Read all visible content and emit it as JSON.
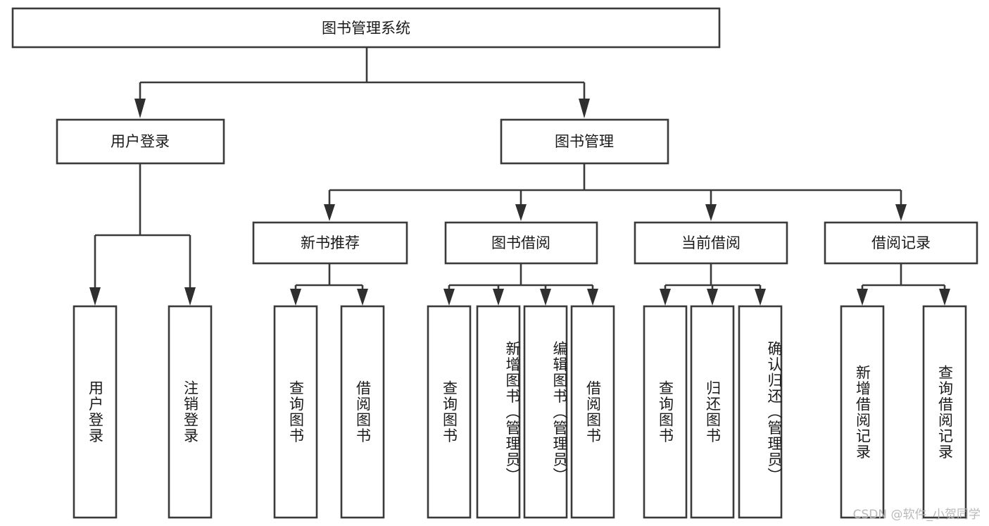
{
  "diagram": {
    "title": "图书管理系统",
    "type": "tree-hierarchy-chart",
    "watermark": "CSDN @软件_小贺同学",
    "colors": {
      "background": "#ffffff",
      "box_stroke": "#3a3a3a",
      "box_fill": "#ffffff",
      "connector": "#3a3a3a",
      "arrow": "#2f2f2f",
      "text": "#1a1a1a",
      "watermark": "#b9b9b9"
    },
    "root": {
      "label": "图书管理系统"
    },
    "level1": [
      {
        "label": "用户登录"
      },
      {
        "label": "图书管理"
      }
    ],
    "level2": [
      {
        "label": "新书推荐"
      },
      {
        "label": "图书借阅"
      },
      {
        "label": "当前借阅"
      },
      {
        "label": "借阅记录"
      }
    ],
    "leaves": {
      "user_login": [
        {
          "label": "用户登录"
        },
        {
          "label": "注销登录"
        }
      ],
      "new_book": [
        {
          "label": "查询图书"
        },
        {
          "label": "借阅图书"
        }
      ],
      "book_borrow": [
        {
          "label": "查询图书"
        },
        {
          "label": "新增图书（管理员）"
        },
        {
          "label": "编辑图书（管理员）"
        },
        {
          "label": "借阅图书"
        }
      ],
      "current_borrow": [
        {
          "label": "查询图书"
        },
        {
          "label": "归还图书"
        },
        {
          "label": "确认归还（管理员）"
        }
      ],
      "borrow_record": [
        {
          "label": "新增借阅记录"
        },
        {
          "label": "查询借阅记录"
        }
      ]
    }
  },
  "chart_data": {
    "type": "table",
    "title": "图书管理系统 功能结构图",
    "nodes": [
      {
        "id": "root",
        "label": "图书管理系统",
        "level": 0,
        "parent": null
      },
      {
        "id": "n1",
        "label": "用户登录",
        "level": 1,
        "parent": "root"
      },
      {
        "id": "n2",
        "label": "图书管理",
        "level": 1,
        "parent": "root"
      },
      {
        "id": "n1a",
        "label": "用户登录",
        "level": 2,
        "parent": "n1"
      },
      {
        "id": "n1b",
        "label": "注销登录",
        "level": 2,
        "parent": "n1"
      },
      {
        "id": "n2a",
        "label": "新书推荐",
        "level": 2,
        "parent": "n2"
      },
      {
        "id": "n2b",
        "label": "图书借阅",
        "level": 2,
        "parent": "n2"
      },
      {
        "id": "n2c",
        "label": "当前借阅",
        "level": 2,
        "parent": "n2"
      },
      {
        "id": "n2d",
        "label": "借阅记录",
        "level": 2,
        "parent": "n2"
      },
      {
        "id": "n2a1",
        "label": "查询图书",
        "level": 3,
        "parent": "n2a"
      },
      {
        "id": "n2a2",
        "label": "借阅图书",
        "level": 3,
        "parent": "n2a"
      },
      {
        "id": "n2b1",
        "label": "查询图书",
        "level": 3,
        "parent": "n2b"
      },
      {
        "id": "n2b2",
        "label": "新增图书（管理员）",
        "level": 3,
        "parent": "n2b"
      },
      {
        "id": "n2b3",
        "label": "编辑图书（管理员）",
        "level": 3,
        "parent": "n2b"
      },
      {
        "id": "n2b4",
        "label": "借阅图书",
        "level": 3,
        "parent": "n2b"
      },
      {
        "id": "n2c1",
        "label": "查询图书",
        "level": 3,
        "parent": "n2c"
      },
      {
        "id": "n2c2",
        "label": "归还图书",
        "level": 3,
        "parent": "n2c"
      },
      {
        "id": "n2c3",
        "label": "确认归还（管理员）",
        "level": 3,
        "parent": "n2c"
      },
      {
        "id": "n2d1",
        "label": "新增借阅记录",
        "level": 3,
        "parent": "n2d"
      },
      {
        "id": "n2d2",
        "label": "查询借阅记录",
        "level": 3,
        "parent": "n2d"
      }
    ]
  }
}
